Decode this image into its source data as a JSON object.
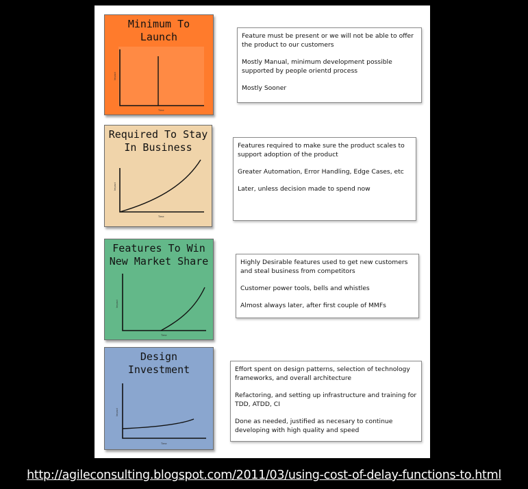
{
  "rows": [
    {
      "title": "Minimum To\nLaunch",
      "color": "#ff7b2c",
      "plot_color": "#ff8a44",
      "curve_type": "step",
      "axis_x_label": "Time",
      "axis_y_label": "Impact",
      "description": [
        "Feature must be present or we will not be able to offer the product to our customers",
        "Mostly Manual, minimum development possible supported by people orientd process",
        "Mostly Sooner"
      ]
    },
    {
      "title": "Required To Stay\nIn Business",
      "color": "#f0d4aa",
      "curve_type": "rising",
      "axis_x_label": "Time",
      "axis_y_label": "Impact",
      "description": [
        "Features required to make sure the product scales to support adoption of the product",
        "Greater Automation, Error Handling, Edge Cases, etc",
        "Later, unless decision made to spend now"
      ]
    },
    {
      "title": "Features To Win\nNew Market Share",
      "color": "#63b889",
      "curve_type": "delayed",
      "axis_x_label": "Time",
      "axis_y_label": "Impact",
      "description": [
        "Highly Desirable features used to get new customers and steal business from competitors",
        "Customer power tools, bells and whistles",
        "Almost always later, after first couple of MMFs"
      ]
    },
    {
      "title": "Design\nInvestment",
      "color": "#8aa6cf",
      "curve_type": "shallow",
      "axis_x_label": "Time",
      "axis_y_label": "Impact",
      "description": [
        "Effort spent on design patterns, selection of technology frameworks, and overall architecture",
        "Refactoring, and setting up infrastructure and training for TDD, ATDD, CI",
        "Done as needed, justified as necesary to continue developing with high quality and speed"
      ]
    }
  ],
  "source_url": "http://agileconsulting.blogspot.com/2011/03/using-cost-of-delay-functions-to.html"
}
